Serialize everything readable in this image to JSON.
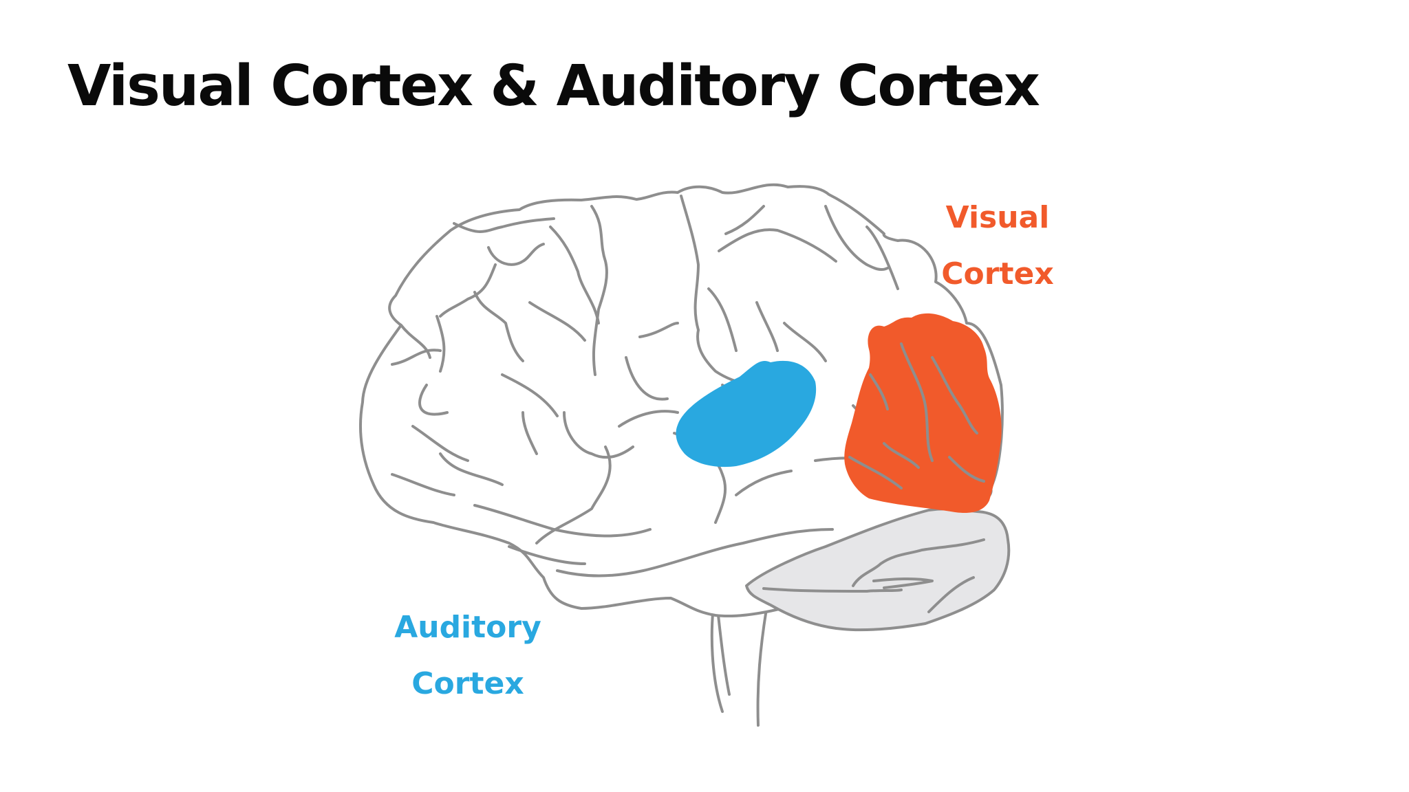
{
  "slide": {
    "title": "Visual Cortex & Auditory Cortex"
  },
  "labels": {
    "visual": {
      "line1": "Visual",
      "line2": "Cortex",
      "color": "#F15A2B"
    },
    "auditory": {
      "line1": "Auditory",
      "line2": "Cortex",
      "color": "#29A8E0"
    }
  },
  "colors": {
    "outline": "#8E8E8E",
    "brain_fill": "#FFFFFF",
    "cerebellum_fill": "#E6E6E8",
    "visual_cortex": "#F15A2B",
    "auditory_cortex": "#29A8E0"
  }
}
